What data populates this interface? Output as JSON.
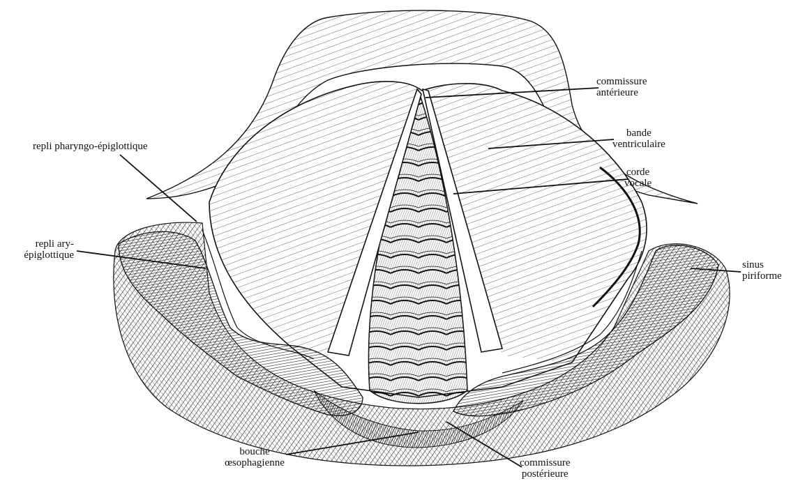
{
  "diagram": {
    "labels": {
      "commissure_anterieure": [
        "commissure",
        "antérieure"
      ],
      "bande_ventriculaire": [
        "bande",
        "ventriculaire"
      ],
      "corde_vocale": [
        "corde",
        "vocale"
      ],
      "sinus_piriforme": [
        "sinus",
        "piriforme"
      ],
      "repli_pharyngo": [
        "repli pharyngo-épiglottique"
      ],
      "repli_ary": [
        "repli ary-",
        "épiglottique"
      ],
      "bouche_oesophagienne": [
        "bouche",
        "œsophagienne"
      ],
      "commissure_posterieure": [
        "commissure",
        "postérieure"
      ]
    }
  },
  "colors": {
    "ink": "#111111",
    "paper": "#ffffff"
  }
}
